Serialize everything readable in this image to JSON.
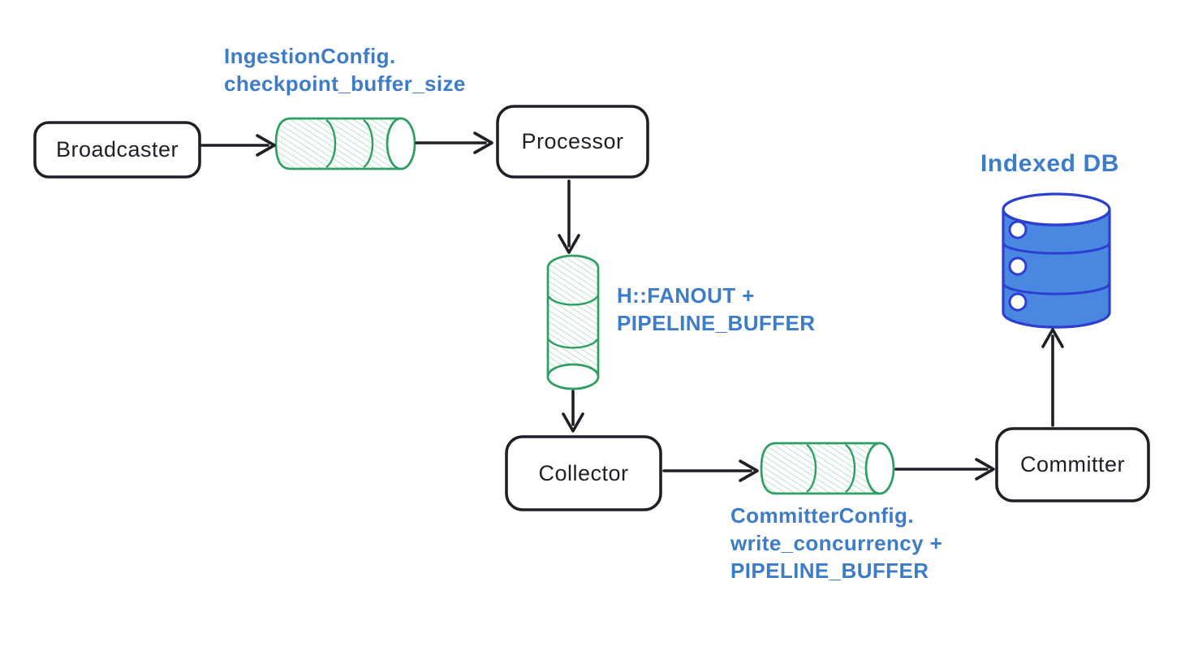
{
  "colors": {
    "canvas_bg": "#ffffff",
    "ink": "#1f1f26",
    "green_stroke": "#2f9e62",
    "green_hatch": "#96d4ad",
    "blue_label": "#3d7cc9",
    "db_fill": "#4a87e0",
    "db_stroke": "#2c3fd1"
  },
  "nodes": {
    "broadcaster": {
      "label": "Broadcaster"
    },
    "processor": {
      "label": "Processor"
    },
    "collector": {
      "label": "Collector"
    },
    "committer": {
      "label": "Committer"
    }
  },
  "buffers": {
    "ingestion": {
      "line1": "IngestionConfig.",
      "line2": "checkpoint_buffer_size"
    },
    "fanout": {
      "line1": "H::FANOUT +",
      "line2": "PIPELINE_BUFFER"
    },
    "committer_write": {
      "line1": "CommitterConfig.",
      "line2": "write_concurrency +",
      "line3": "PIPELINE_BUFFER"
    }
  },
  "database": {
    "label": "Indexed DB"
  }
}
